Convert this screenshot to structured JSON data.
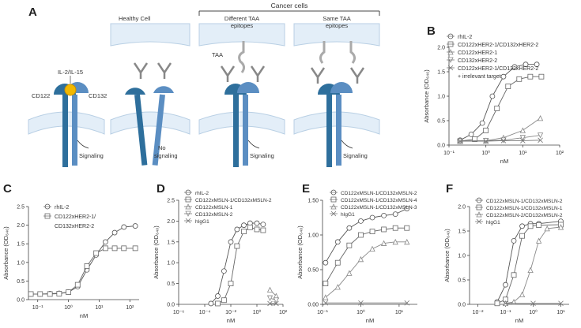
{
  "panels": {
    "A": {
      "letter": "A",
      "labels": {
        "healthy_cell": "Healthy Cell",
        "cancer_cells": "Cancer cells",
        "different_taa": "Different TAA",
        "epitopes_1": "epitopes",
        "same_taa": "Same TAA",
        "epitopes_2": "epitopes",
        "taa": "TAA",
        "il2_il15": "IL-2/IL-15",
        "cd122": "CD122",
        "cd132": "CD132",
        "signaling_1": "Signaling",
        "no": "No",
        "signaling_2": "signaling",
        "signaling_3": "Signaling",
        "signaling_4": "Signaling"
      }
    }
  },
  "colors": {
    "membrane": "#e3eef8",
    "membrane_line": "#b8cfe4",
    "receptor_dark": "#2e6f9c",
    "receptor_light": "#5b8ec2",
    "cytokine": "#f2b800",
    "antibody": "#888888",
    "series_dark": "#555555",
    "series_light": "#888888"
  },
  "chart_data": [
    {
      "id": "B",
      "type": "line",
      "letter": "B",
      "xscale": "log",
      "xlim": [
        0.1,
        100
      ],
      "ylim": [
        0,
        2.0
      ],
      "xticks": [
        "10⁻¹",
        "10⁰",
        "10¹",
        "10²"
      ],
      "yticks": [
        "0.0",
        "0.5",
        "1.0",
        "1.5",
        "2.0"
      ],
      "xlabel": "nM",
      "ylabel": "Absorbance (OD₆₄₀)",
      "legend": [
        "rhIL-2",
        "CD122xHER2-1/CD132xHER2-2",
        "CD122xHER2-1",
        "CD132xHER2-2",
        "CD122xHER2-1/CD132xHER2-2",
        "+ irrelevant target"
      ],
      "series": [
        {
          "name": "rhIL-2",
          "marker": "circle",
          "x": [
            0.2,
            0.4,
            0.8,
            1.5,
            3,
            6,
            12,
            24
          ],
          "y": [
            0.1,
            0.22,
            0.45,
            1.0,
            1.4,
            1.6,
            1.65,
            1.65
          ]
        },
        {
          "name": "CD122xHER2-1/CD132xHER2-2",
          "marker": "square",
          "x": [
            0.2,
            0.5,
            1,
            2,
            4,
            8,
            16,
            32
          ],
          "y": [
            0.08,
            0.12,
            0.3,
            0.75,
            1.2,
            1.35,
            1.4,
            1.4
          ]
        },
        {
          "name": "CD122xHER2-1",
          "marker": "triangle",
          "x": [
            0.2,
            1,
            3,
            10,
            30
          ],
          "y": [
            0.08,
            0.09,
            0.15,
            0.3,
            0.55
          ]
        },
        {
          "name": "CD132xHER2-2",
          "marker": "triangle-down",
          "x": [
            0.2,
            1,
            3,
            10,
            30
          ],
          "y": [
            0.08,
            0.09,
            0.1,
            0.15,
            0.2
          ]
        },
        {
          "name": "CD122xHER2-1/CD132xHER2-2 + irrelevant target",
          "marker": "x",
          "x": [
            0.2,
            1,
            3,
            10,
            30
          ],
          "y": [
            0.08,
            0.08,
            0.09,
            0.09,
            0.1
          ]
        }
      ]
    },
    {
      "id": "C",
      "type": "line",
      "letter": "C",
      "xscale": "log",
      "xlim": [
        0.05,
        200
      ],
      "ylim": [
        0,
        2.5
      ],
      "xticks": [
        "10⁻¹",
        "10⁰",
        "10¹",
        "10²"
      ],
      "yticks": [
        "0.0",
        "0.5",
        "1.0",
        "1.5",
        "2.0",
        "2.5"
      ],
      "xlabel": "nM",
      "ylabel": "Absorbance (OD₆₄₀)",
      "legend": [
        "rhIL-2",
        "CD122xHER2-1/",
        "CD132xHER2-2"
      ],
      "series": [
        {
          "name": "rhIL-2",
          "marker": "circle",
          "x": [
            0.06,
            0.12,
            0.25,
            0.5,
            1,
            2,
            4,
            8,
            16,
            32,
            64,
            150
          ],
          "y": [
            0.15,
            0.15,
            0.16,
            0.17,
            0.2,
            0.35,
            0.8,
            1.2,
            1.55,
            1.8,
            1.95,
            1.98
          ]
        },
        {
          "name": "CD122xHER2-1/CD132xHER2-2",
          "marker": "square",
          "x": [
            0.06,
            0.12,
            0.25,
            0.5,
            1,
            2,
            4,
            8,
            16,
            32,
            64,
            150
          ],
          "y": [
            0.15,
            0.15,
            0.15,
            0.16,
            0.2,
            0.4,
            0.9,
            1.25,
            1.38,
            1.38,
            1.38,
            1.38
          ]
        }
      ]
    },
    {
      "id": "D",
      "type": "line",
      "letter": "D",
      "xscale": "log",
      "xlim": [
        1e-06,
        100
      ],
      "ylim": [
        0,
        2.5
      ],
      "xticks": [
        "10⁻⁶",
        "10⁻⁴",
        "10⁻²",
        "10⁰",
        "10²"
      ],
      "yticks": [
        "0.0",
        "0.5",
        "1.0",
        "1.5",
        "2.0",
        "2.5"
      ],
      "xlabel": "nM",
      "ylabel": "Absorbance (OD₆₄₀)",
      "legend": [
        "rhIL-2",
        "CD122xMSLN-1/CD132xMSLN-2",
        "CD122xMSLN-1",
        "CD132xMSLN-2",
        "hIgG1"
      ],
      "series": [
        {
          "name": "rhIL-2",
          "marker": "circle",
          "x": [
            0.0003,
            0.001,
            0.003,
            0.01,
            0.03,
            0.1,
            0.3,
            1,
            3
          ],
          "y": [
            0.02,
            0.2,
            0.8,
            1.5,
            1.8,
            1.9,
            1.95,
            1.95,
            1.92
          ]
        },
        {
          "name": "CD122xMSLN-1/CD132xMSLN-2",
          "marker": "square",
          "x": [
            0.001,
            0.003,
            0.01,
            0.03,
            0.1,
            0.3,
            1,
            3
          ],
          "y": [
            0.02,
            0.1,
            0.5,
            1.4,
            1.75,
            1.85,
            1.8,
            1.78
          ]
        },
        {
          "name": "CD122xMSLN-1",
          "marker": "triangle",
          "x": [
            10,
            30
          ],
          "y": [
            0.35,
            0.2
          ]
        },
        {
          "name": "CD132xMSLN-2",
          "marker": "triangle-down",
          "x": [
            10,
            30
          ],
          "y": [
            0.15,
            0.1
          ]
        },
        {
          "name": "hIgG1",
          "marker": "x",
          "x": [
            10,
            30
          ],
          "y": [
            0.02,
            0.02
          ]
        }
      ]
    },
    {
      "id": "E",
      "type": "line",
      "letter": "E",
      "xscale": "log",
      "xlim": [
        0.1,
        30
      ],
      "ylim": [
        0,
        1.5
      ],
      "xticks": [
        "10⁻¹",
        "10⁰",
        "10¹"
      ],
      "yticks": [
        "0.00",
        "0.50",
        "1.00",
        "1.50"
      ],
      "xlabel": "nM",
      "ylabel": "Absorbance (OD₆₄₀)",
      "legend": [
        "CD122xMSLN-1/CD132xMSLN-2",
        "CD122xMSLN-1/CD132xMSLN-4",
        "CD122xMSLN-1/CD132xMSLN-3",
        "hIgG1"
      ],
      "series": [
        {
          "name": "CD122xMSLN-1/CD132xMSLN-2",
          "marker": "circle",
          "x": [
            0.12,
            0.25,
            0.5,
            1,
            2,
            4,
            8,
            16
          ],
          "y": [
            0.6,
            0.9,
            1.1,
            1.2,
            1.25,
            1.28,
            1.3,
            1.38
          ]
        },
        {
          "name": "CD122xMSLN-1/CD132xMSLN-4",
          "marker": "square",
          "x": [
            0.12,
            0.25,
            0.5,
            1,
            2,
            4,
            8,
            16
          ],
          "y": [
            0.3,
            0.6,
            0.85,
            1.0,
            1.05,
            1.08,
            1.1,
            1.1
          ]
        },
        {
          "name": "CD122xMSLN-1/CD132xMSLN-3",
          "marker": "triangle",
          "x": [
            0.12,
            0.25,
            0.5,
            1,
            2,
            4,
            8,
            16
          ],
          "y": [
            0.1,
            0.25,
            0.45,
            0.65,
            0.8,
            0.88,
            0.9,
            0.9
          ]
        },
        {
          "name": "hIgG1",
          "marker": "x",
          "x": [
            0.12,
            1,
            16
          ],
          "y": [
            0.02,
            0.02,
            0.02
          ]
        }
      ]
    },
    {
      "id": "F",
      "type": "line",
      "letter": "F",
      "xscale": "log",
      "xlim": [
        0.005,
        20
      ],
      "ylim": [
        0,
        2.0
      ],
      "xticks": [
        "10⁻²",
        "10⁻¹",
        "10⁰",
        "10¹"
      ],
      "yticks": [
        "0.0",
        "0.5",
        "1.0",
        "1.5",
        "2.0"
      ],
      "xlabel": "nM",
      "ylabel": "Absorbance (OD₆₄₀)",
      "legend": [
        "CD122xMSLN-1/CD132xMSLN-2",
        "CD122xMSLN-1/CD132xMSLN-1",
        "CD122xMSLN-2/CD132xMSLN-2",
        "hIgG1"
      ],
      "series": [
        {
          "name": "CD122xMSLN-1/CD132xMSLN-2",
          "marker": "circle",
          "x": [
            0.05,
            0.1,
            0.2,
            0.4,
            0.8,
            1.6,
            10
          ],
          "y": [
            0.05,
            0.4,
            1.3,
            1.6,
            1.65,
            1.65,
            1.7
          ]
        },
        {
          "name": "CD122xMSLN-1/CD132xMSLN-1",
          "marker": "square",
          "x": [
            0.05,
            0.1,
            0.2,
            0.4,
            0.8,
            1.6,
            10
          ],
          "y": [
            0.02,
            0.1,
            0.6,
            1.4,
            1.6,
            1.62,
            1.63
          ]
        },
        {
          "name": "CD122xMSLN-2/CD132xMSLN-2",
          "marker": "triangle",
          "x": [
            0.1,
            0.2,
            0.4,
            0.8,
            1.6,
            3.2,
            10
          ],
          "y": [
            0.02,
            0.05,
            0.2,
            0.7,
            1.3,
            1.55,
            1.58
          ]
        },
        {
          "name": "hIgG1",
          "marker": "x",
          "x": [
            0.1,
            1,
            10
          ],
          "y": [
            0.02,
            0.02,
            0.02
          ]
        }
      ]
    }
  ]
}
